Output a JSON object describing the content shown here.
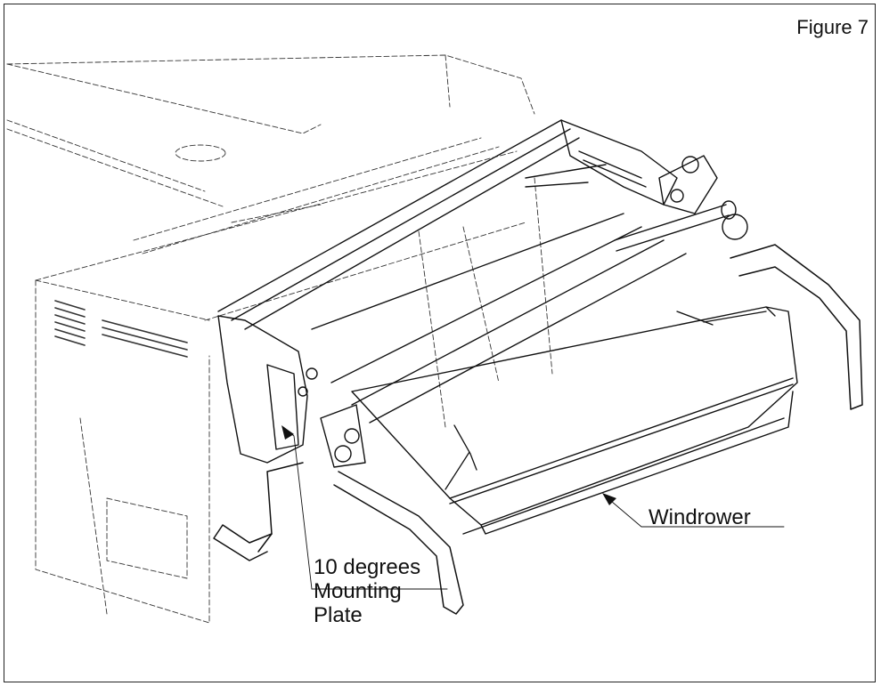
{
  "figure": {
    "label": "Figure 7"
  },
  "callouts": {
    "windrower": "Windrower",
    "mounting_plate": {
      "line1": "10 degrees",
      "line2": "Mounting",
      "line3": "Plate"
    }
  },
  "colors": {
    "ink": "#111111",
    "background": "#ffffff"
  },
  "icons": {
    "pointer": "arrow-head"
  }
}
